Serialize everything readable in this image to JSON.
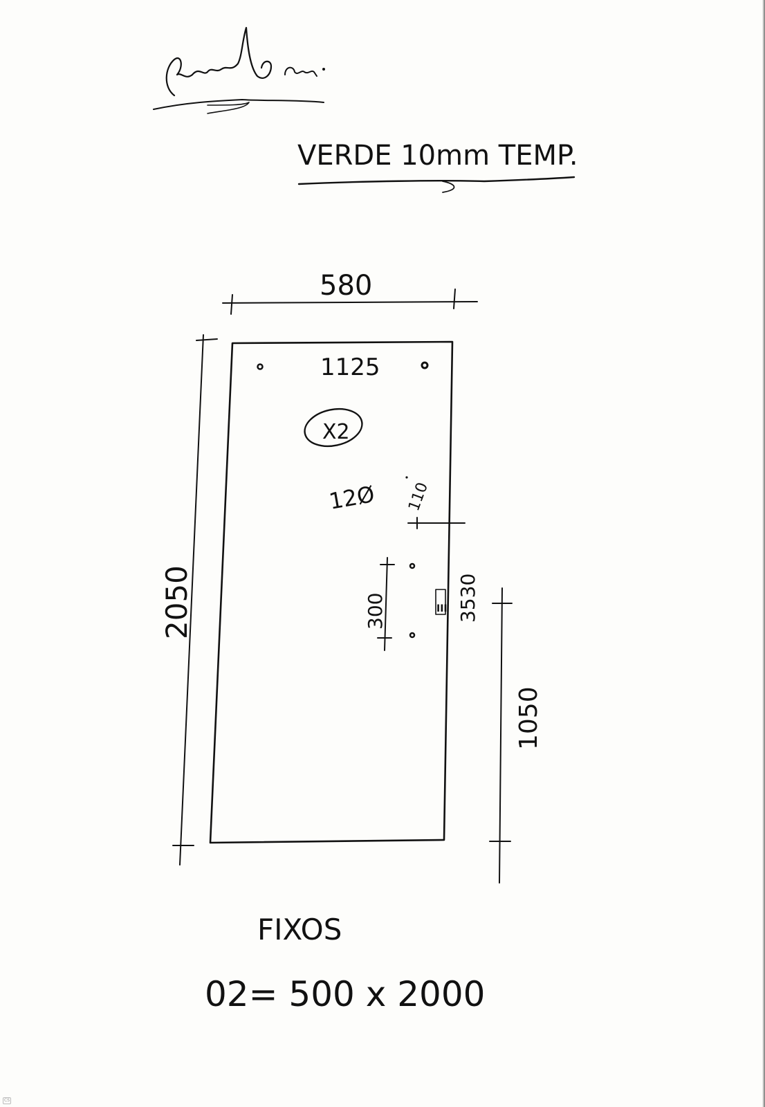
{
  "signature": "Rafael Rin.",
  "header": {
    "title": "VERDE 10mm TEMP."
  },
  "dimensions": {
    "top_width": "580",
    "top_inner": "1125",
    "quantity": "X2",
    "hole_diameter": "12Ø",
    "handle_offset": "110",
    "handle_spacing": "300",
    "handle_height": "3530",
    "left_height": "2050",
    "right_height": "1050"
  },
  "handle_mark": "III",
  "footer": {
    "label": "FIXOS",
    "spec": "02= 500 x 2000"
  },
  "colors": {
    "ink": "#111111",
    "paper": "#fdfdfb"
  },
  "scanner_logo": "CS"
}
